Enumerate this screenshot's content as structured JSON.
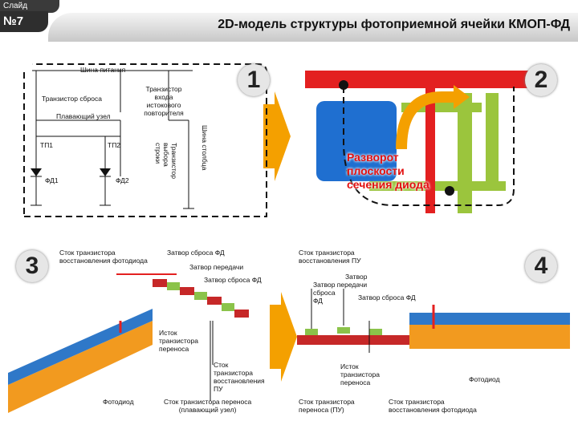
{
  "header": {
    "slide_label": "Слайд",
    "slide_number": "№7",
    "title": "2D-модель структуры фотоприемной ячейки КМОП-ФД"
  },
  "panel1": {
    "number": "1",
    "power_bus": "Шина питания",
    "reset_transistor": "Транзистор сброса",
    "floating_node": "Плавающий узел",
    "source_follower_line1": "Транзистор",
    "source_follower_line2": "входа",
    "source_follower_line3": "истокового",
    "source_follower_line4": "повторителя",
    "tp1": "ТП1",
    "tp2": "ТП2",
    "fd1": "ФД1",
    "fd2": "ФД2",
    "row_select_line1": "Транзистор",
    "row_select_line2": "выбора",
    "row_select_line3": "строки",
    "column_bus": "Шина столбца"
  },
  "panel2": {
    "number": "2",
    "rotate_line1": "Разворот",
    "rotate_line2": "плоскости",
    "rotate_line3": "сечения диода"
  },
  "panel3": {
    "number": "3",
    "drain_restore_line1": "Сток транзистора",
    "drain_restore_line2": "восстановления фотодиода",
    "reset_gate": "Затвор сброса ФД",
    "transfer_gate": "Затвор передачи",
    "reset_gate2": "Затвор сброса ФД",
    "source_line1": "Исток",
    "source_line2": "транзистора",
    "source_line3": "переноса",
    "drain_pu_line1": "Сток",
    "drain_pu_line2": "транзистора",
    "drain_pu_line3": "восстановления",
    "drain_pu_line4": "ПУ",
    "photodiode": "Фотодиод",
    "drain_transfer_line1": "Сток транзистора переноса",
    "drain_transfer_line2": "(плавающий узел)"
  },
  "panel4": {
    "number": "4",
    "drain_pu_line1": "Сток транзистора",
    "drain_pu_line2": "восстановления ПУ",
    "gate_line1": "Затвор",
    "gate_line2": "Затвор  передачи",
    "reset_line1": "сброса",
    "reset_line2": "ФД",
    "reset_gate": "Затвор сброса ФД",
    "source_line1": "Исток",
    "source_line2": "транзистора",
    "source_line3": "переноса",
    "photodiode": "Фотодиод",
    "drain_transfer_line1": "Сток транзистора",
    "drain_transfer_line2": "переноса (ПУ)",
    "drain_restore_line1": "Сток транзистора",
    "drain_restore_line2": "восстановления фотодиода"
  },
  "colors": {
    "arrow": "#f4a000",
    "power_red": "#e32020",
    "diode_blue": "#1f6fd0",
    "green": "#9bc53d",
    "orange_layer": "#f29a1f",
    "blue_layer": "#2f78c8"
  }
}
